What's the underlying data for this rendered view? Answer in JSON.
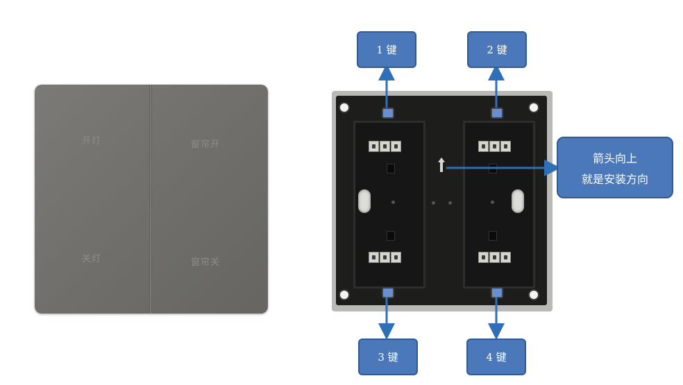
{
  "front_panel": {
    "top_left_label": "开灯",
    "top_right_label": "窗帘开",
    "bottom_left_label": "关灯",
    "bottom_right_label": "窗帘关"
  },
  "callouts": {
    "key1": "1 键",
    "key2": "2 键",
    "key3": "3 键",
    "key4": "4 键"
  },
  "note": {
    "line1": "箭头向上",
    "line2": "就是安装方向"
  },
  "colors": {
    "callout_fill": "#4a78b8",
    "arrow": "#2f6fb8",
    "key_button": "#6a8fd0"
  }
}
